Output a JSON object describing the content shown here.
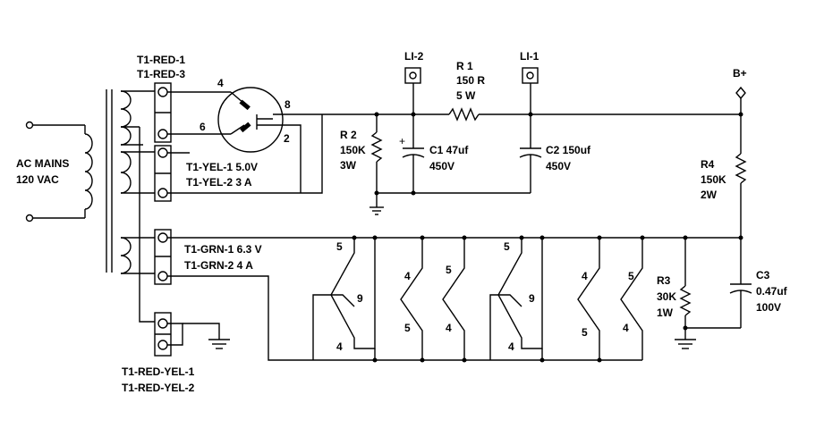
{
  "labels": {
    "ac_mains_1": "AC MAINS",
    "ac_mains_2": "120 VAC",
    "t1_red_1": "T1-RED-1",
    "t1_red_3": "T1-RED-3",
    "t1_yel_1": "T1-YEL-1  5.0V",
    "t1_yel_2": "T1-YEL-2  3 A",
    "t1_grn_1": "T1-GRN-1  6.3 V",
    "t1_grn_2": "T1-GRN-2  4 A",
    "t1_red_yel_1": "T1-RED-YEL-1",
    "t1_red_yel_2": "T1-RED-YEL-2",
    "li2": "LI-2",
    "li1": "LI-1",
    "bplus": "B+",
    "r1_name": "R 1",
    "r1_val": "150 R",
    "r1_watt": "5 W",
    "r2_name": "R 2",
    "r2_val": "150K",
    "r2_watt": "3W",
    "c1_name": "C1  47uf",
    "c1_volt": "450V",
    "c1_plus": "+",
    "c2_name": "C2 150uf",
    "c2_volt": "450V",
    "r4_name": "R4",
    "r4_val": "150K",
    "r4_watt": "2W",
    "r3_name": "R3",
    "r3_val": "30K",
    "r3_watt": "1W",
    "c3_name": "C3",
    "c3_val": "0.47uf",
    "c3_volt": "100V",
    "rect_pin_4": "4",
    "rect_pin_6": "6",
    "rect_pin_8": "8",
    "rect_pin_2": "2",
    "h1_top": "5",
    "h1_mid": "9",
    "h1_bot": "4",
    "h2_top": "4",
    "h2_bot": "5",
    "h3_top": "5",
    "h3_bot": "4",
    "h4_top": "5",
    "h4_mid": "9",
    "h4_bot": "4",
    "h5_top": "4",
    "h5_bot": "5",
    "h6_top": "5",
    "h6_bot": "4"
  }
}
